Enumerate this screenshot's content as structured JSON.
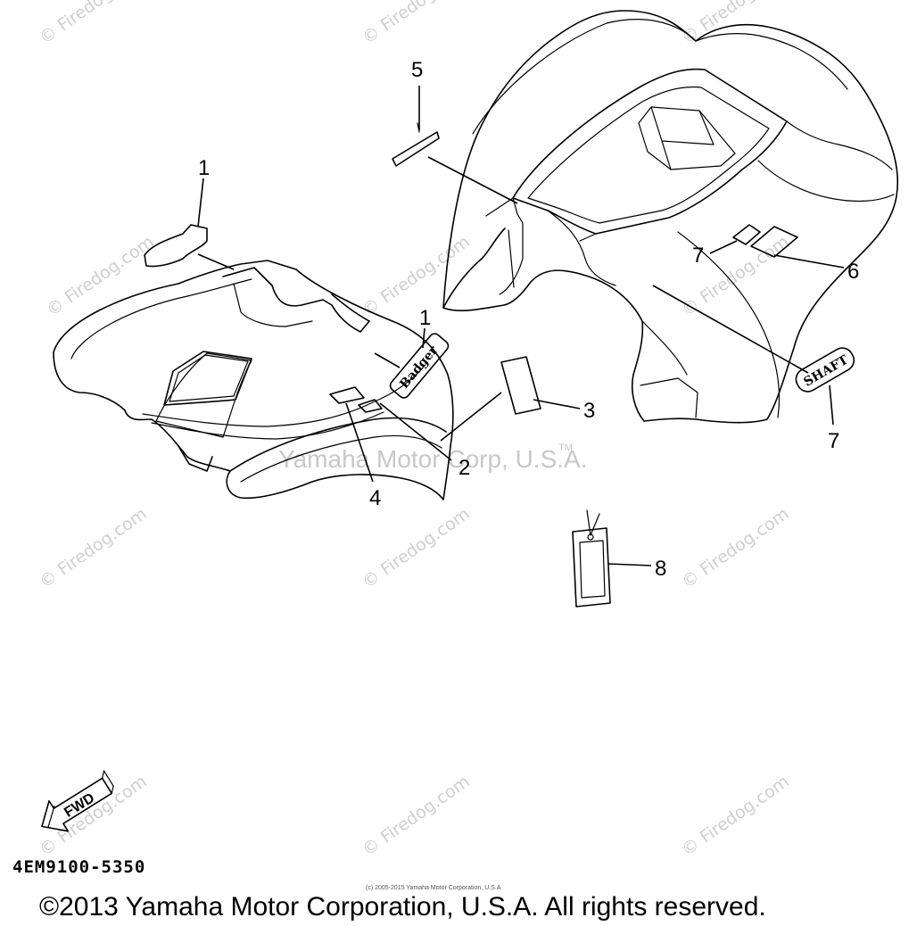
{
  "watermark": {
    "site": "© Firedog.com",
    "manufacturer": "Yamaha Motor Corp, U.S.A.",
    "tm": "TM"
  },
  "callouts": [
    {
      "id": "1",
      "label": "1"
    },
    {
      "id": "1b",
      "label": "1"
    },
    {
      "id": "2",
      "label": "2"
    },
    {
      "id": "3",
      "label": "3"
    },
    {
      "id": "4",
      "label": "4"
    },
    {
      "id": "5",
      "label": "5"
    },
    {
      "id": "6",
      "label": "6"
    },
    {
      "id": "7a",
      "label": "7"
    },
    {
      "id": "7b",
      "label": "7"
    },
    {
      "id": "8",
      "label": "8"
    }
  ],
  "emblems": {
    "front": "Badger",
    "rear": "SHAFT"
  },
  "fwd_arrow": "FWD",
  "part_number": "4EM9100-5350",
  "small_copyright": "(c) 2005-2015 Yamaha Motor Corporation, U.S.A",
  "copyright": "©2013 Yamaha Motor Corporation, U.S.A. All rights reserved."
}
